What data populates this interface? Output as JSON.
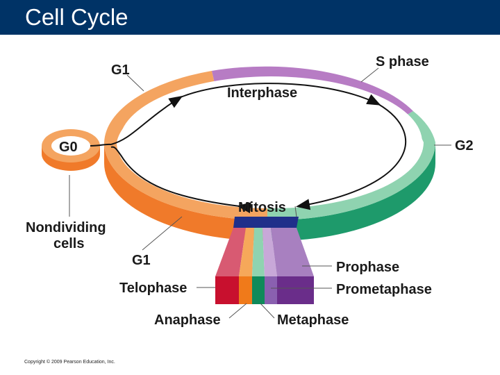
{
  "header": {
    "title": "Cell Cycle"
  },
  "diagram": {
    "labels": {
      "g1_top": "G1",
      "s_phase": "S phase",
      "interphase": "Interphase",
      "g2": "G2",
      "g0": "G0",
      "mitosis": "Mitosis",
      "nondividing_line1": "Nondividing",
      "nondividing_line2": "cells",
      "g1_bottom": "G1",
      "prophase": "Prophase",
      "telophase": "Telophase",
      "prometaphase": "Prometaphase",
      "anaphase": "Anaphase",
      "metaphase": "Metaphase"
    },
    "colors": {
      "g1": "#f4a460",
      "g1_side": "#f07a2a",
      "s_phase": "#b77cc4",
      "g2": "#8fd3b0",
      "g2_side": "#1e9a6b",
      "mitosis": "#1f2f8a"
    }
  },
  "footer": {
    "copyright": "Copyright © 2009 Pearson Education, Inc."
  }
}
